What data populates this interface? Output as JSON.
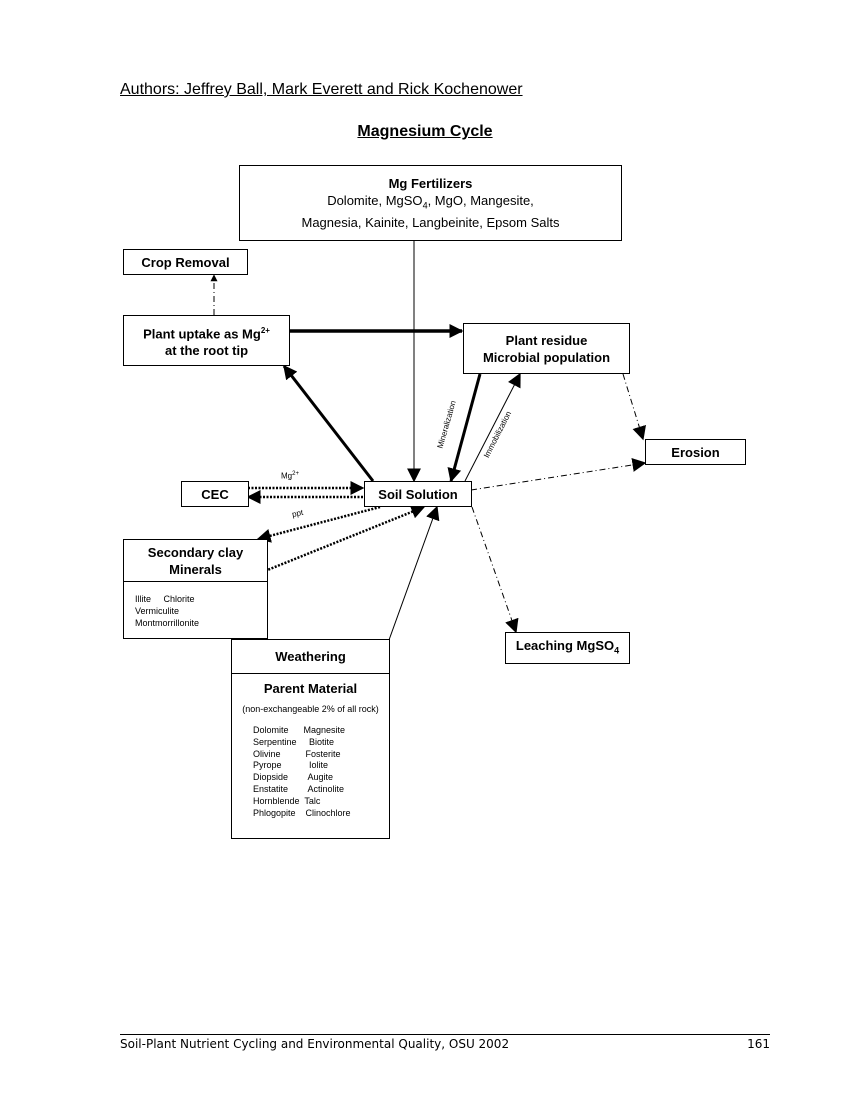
{
  "authors": "Authors: Jeffrey Ball, Mark Everett and Rick Kochenower",
  "title": "Magnesium Cycle",
  "nodes": {
    "mg_fertilizers": {
      "title": "Mg Fertilizers",
      "line1_pre": "Dolomite, MgSO",
      "line1_sub": "4",
      "line1_post": ", MgO, Mangesite,",
      "line2": "Magnesia, Kainite, Langbeinite, Epsom Salts"
    },
    "crop_removal": "Crop Removal",
    "plant_uptake": {
      "line1_pre": "Plant  uptake as Mg",
      "line1_sup": "2+",
      "line2": "at the root tip"
    },
    "plant_residue": {
      "line1": "Plant residue",
      "line2": "Microbial population"
    },
    "erosion": "Erosion",
    "cec": "CEC",
    "soil_solution": "Soil Solution",
    "secondary_clay": {
      "line1": "Secondary clay",
      "line2": "Minerals",
      "minerals_row1": "Illite     Chlorite",
      "minerals_row2": "Vermiculite",
      "minerals_row3": "Montmorrillonite"
    },
    "leaching": {
      "pre": "Leaching MgSO",
      "sub": "4"
    },
    "weathering": "Weathering",
    "parent_material": {
      "title": "Parent Material",
      "note": "(non-exchangeable 2% of all rock)",
      "minerals": "Dolomite      Magnesite\nSerpentine     Biotite\nOlivine          Fosterite\nPyrope           Iolite\nDiopside        Augite\nEnstatite        Actinolite\nHornblende  Talc\nPhlogopite    Clinochlore"
    }
  },
  "edge_labels": {
    "mg2": "Mg",
    "mg2_sup": "2+",
    "ppt": "ppt",
    "mineralization": "Mineralization",
    "immobilization": "Immobilization"
  },
  "footer": {
    "left": "Soil-Plant Nutrient Cycling and Environmental Quality, OSU 2002",
    "right": "161"
  }
}
